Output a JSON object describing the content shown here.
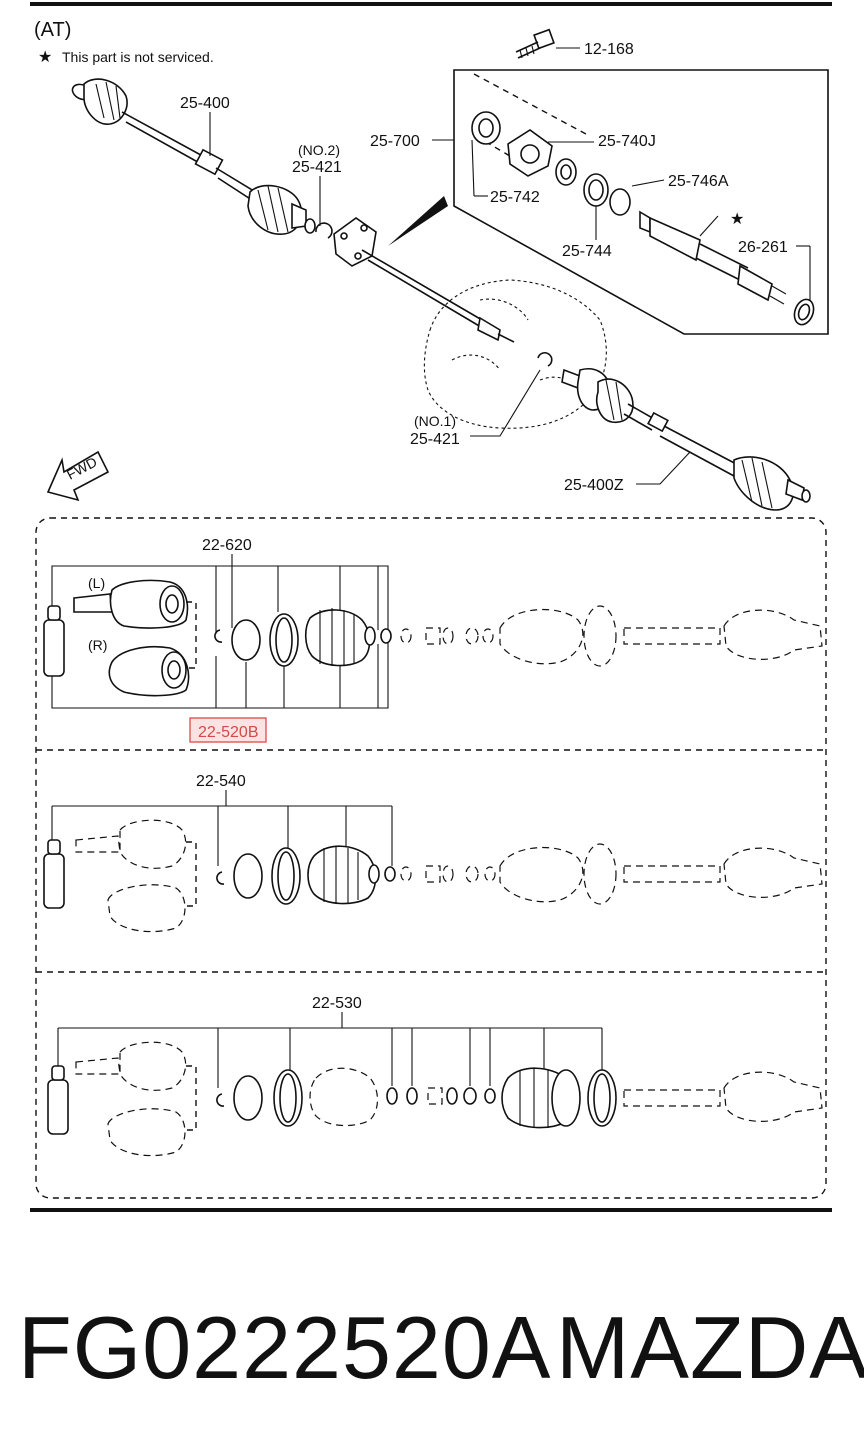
{
  "diagram": {
    "header": {
      "section_code": "(AT)",
      "note_star": "★",
      "note_text": "This part is not serviced."
    },
    "fwd_label": "FWD",
    "callouts": {
      "bolt": "12-168",
      "left_shaft": "25-400",
      "clip_no2_tag": "(NO.2)",
      "clip_no2": "25-421",
      "bearing_assy": "25-700",
      "bracket": "25-740J",
      "seal_outer": "25-742",
      "snap_ring": "25-746A",
      "bearing": "25-744",
      "star_mark": "★",
      "oil_seal": "26-261",
      "clip_no1_tag": "(NO.1)",
      "clip_no1": "25-421",
      "right_shaft": "25-400Z"
    },
    "kits": [
      {
        "code": "22-620",
        "side_left": "(L)",
        "side_right": "(R)"
      },
      {
        "code": "22-540"
      },
      {
        "code": "22-530"
      }
    ],
    "highlight": {
      "code": "22-520B",
      "color": "#e05555"
    }
  },
  "footer": {
    "part_number": "FG0222520A",
    "brand": "MAZDA"
  }
}
